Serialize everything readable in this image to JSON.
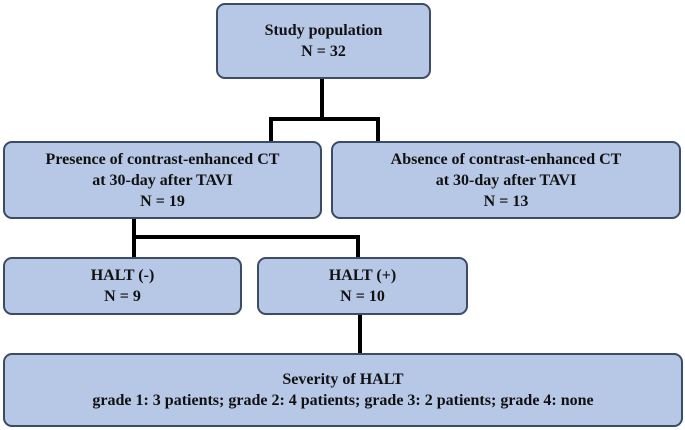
{
  "diagram": {
    "study_population": {
      "title": "Study population",
      "count": "N = 32"
    },
    "presence_ct": {
      "line1": "Presence of contrast-enhanced CT",
      "line2": "at 30-day after TAVI",
      "count": "N = 19"
    },
    "absence_ct": {
      "line1": "Absence of contrast-enhanced CT",
      "line2": "at 30-day after TAVI",
      "count": "N = 13"
    },
    "halt_negative": {
      "title": "HALT (-)",
      "count": "N = 9"
    },
    "halt_positive": {
      "title": "HALT (+)",
      "count": "N = 10"
    },
    "severity": {
      "title": "Severity of HALT",
      "details": "grade 1: 3 patients; grade 2: 4 patients; grade 3: 2 patients; grade 4: none"
    },
    "colors": {
      "box_fill": "#b7c7e6",
      "box_border": "#3c4c66",
      "connector": "#000000"
    }
  }
}
